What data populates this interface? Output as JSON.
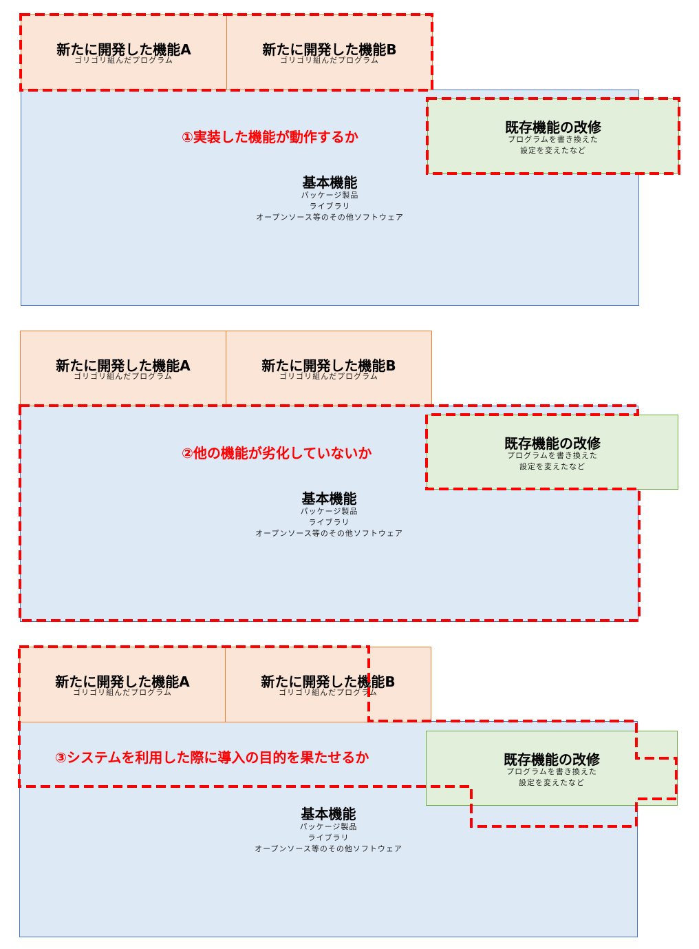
{
  "new_feature_a": {
    "title": "新たに開発した機能A",
    "subtitle": "ゴリゴリ組んだプログラム"
  },
  "new_feature_b": {
    "title": "新たに開発した機能B",
    "subtitle": "ゴリゴリ組んだプログラム"
  },
  "base_feature": {
    "title": "基本機能",
    "lines": [
      "パッケージ製品",
      "ライブラリ",
      "オープンソース等のその他ソフトウェア"
    ]
  },
  "modification": {
    "title": "既存機能の改修",
    "lines": [
      "プログラムを書き換えた",
      "設定を変えたなど"
    ]
  },
  "questions": [
    "①実装した機能が動作するか",
    "②他の機能が劣化していないか",
    "③システムを利用した際に導入の目的を果たせるか"
  ],
  "colors": {
    "new_fill": "#fbe5d6",
    "new_border": "#ed7d31",
    "base_fill": "#dee9f6",
    "base_border": "#4472c4",
    "mod_fill": "#e2efda",
    "mod_border": "#70ad47",
    "highlight": "#ff0000"
  }
}
